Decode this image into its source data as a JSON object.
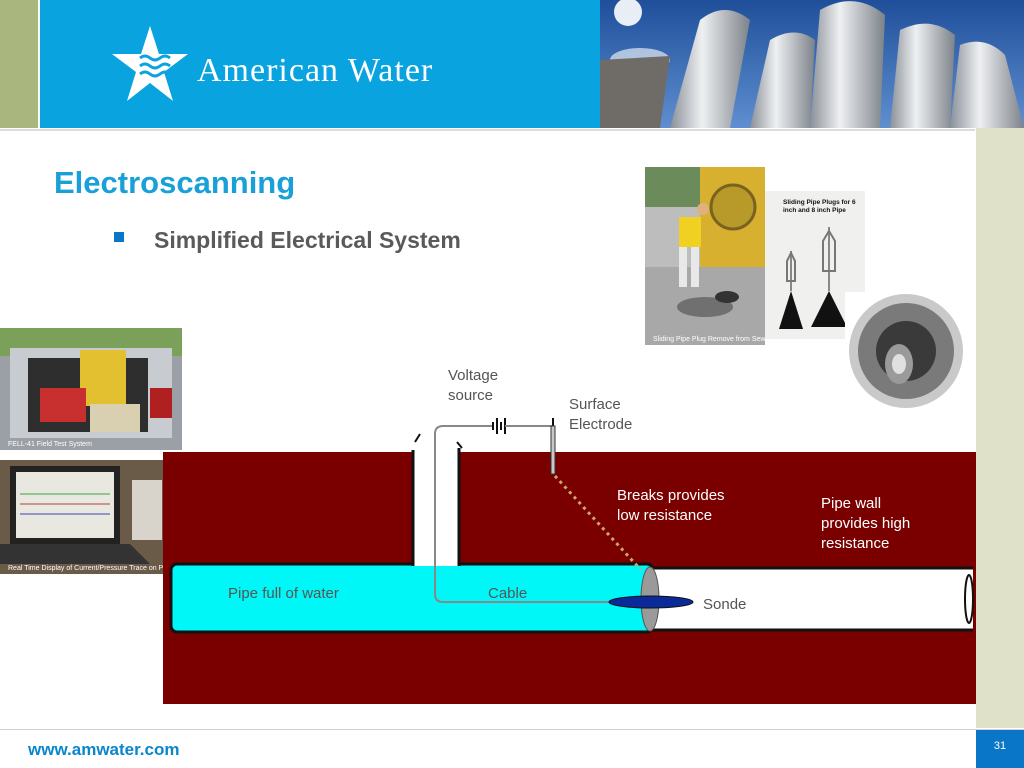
{
  "header": {
    "brand": "American Water"
  },
  "slide": {
    "title": "Electroscanning",
    "bullet": "Simplified Electrical System"
  },
  "photos": {
    "worker_caption": "Sliding Pipe Plug Remove from Sewer",
    "plugs_caption": "Sliding Pipe Plugs for 6 inch and 8 inch Pipe",
    "van_caption": "FELL-41 Field Test System",
    "laptop_caption": "Real Time Display of Current/Pressure Trace on PC"
  },
  "diagram": {
    "voltage_line1": "Voltage",
    "voltage_line2": "source",
    "surface_line1": "Surface",
    "surface_line2": "Electrode",
    "breaks_line1": "Breaks provides",
    "breaks_line2": "low resistance",
    "wall_line1": "Pipe wall",
    "wall_line2": "provides high",
    "wall_line3": "resistance",
    "pipe_water": "Pipe full of water",
    "cable": "Cable",
    "sonde": "Sonde",
    "colors": {
      "soil": "#7a0000",
      "water": "#00f7f7",
      "accent": "#0a76c8"
    }
  },
  "footer": {
    "url": "www.amwater.com",
    "page": "31"
  }
}
